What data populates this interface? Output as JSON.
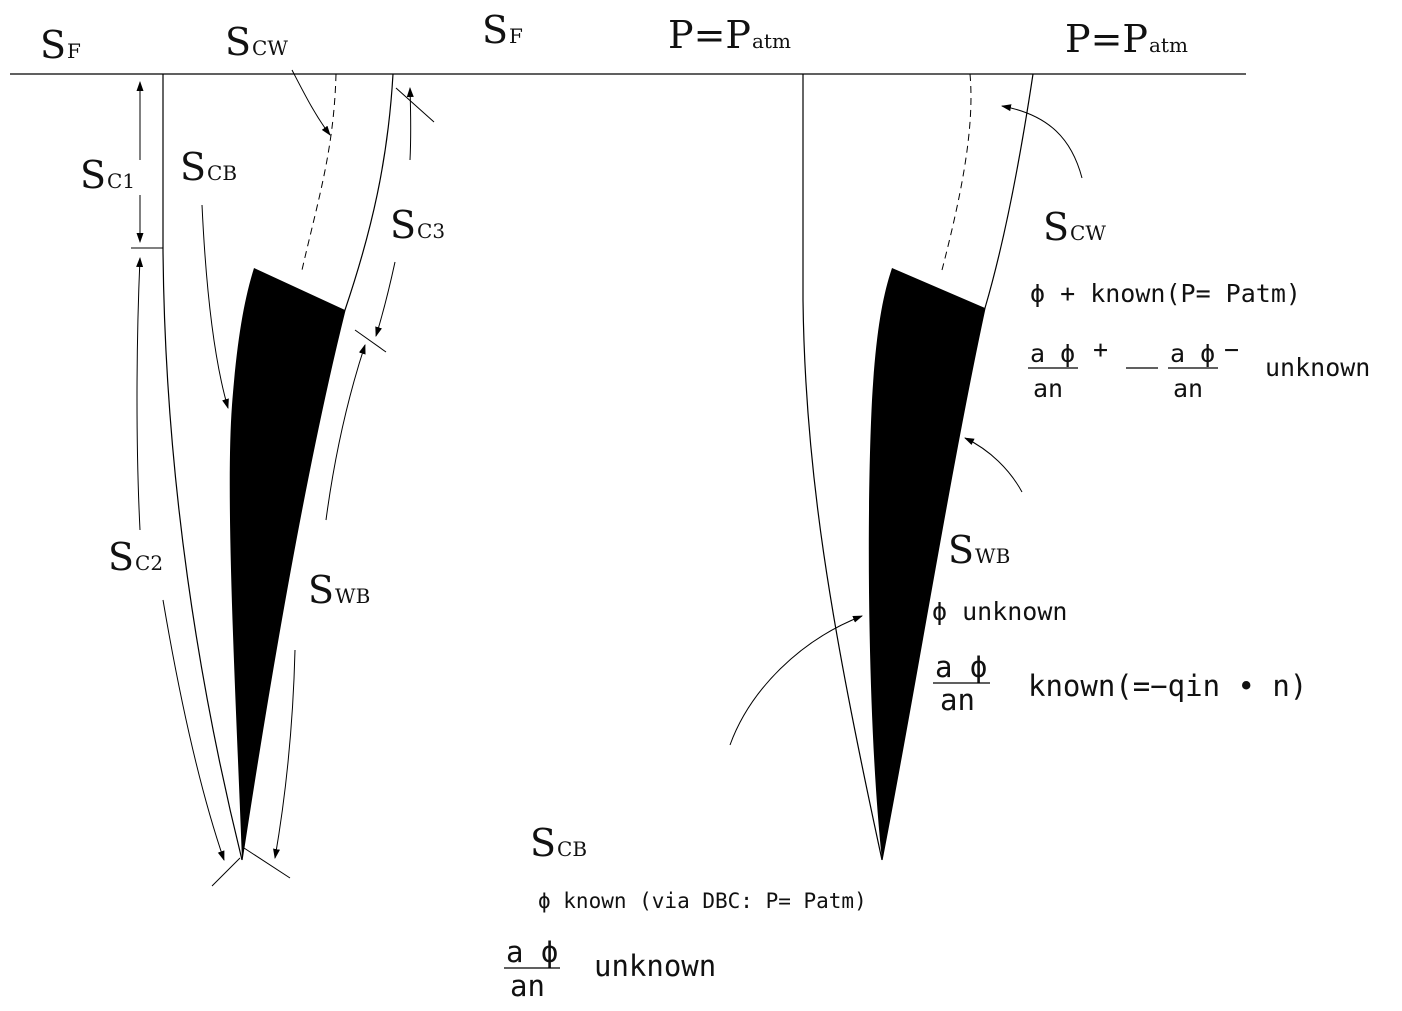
{
  "labels": {
    "sf_left": {
      "main": "S",
      "sub": "F"
    },
    "scw_left": {
      "main": "S",
      "sub": "CW"
    },
    "sf_mid": {
      "main": "S",
      "sub": "F"
    },
    "patm_mid": {
      "main": "P=P",
      "sub": "atm"
    },
    "patm_right": {
      "main": "P=P",
      "sub": "atm"
    },
    "sc1": {
      "main": "S",
      "sub": "C1"
    },
    "scb_left": {
      "main": "S",
      "sub": "CB"
    },
    "sc3": {
      "main": "S",
      "sub": "C3"
    },
    "sc2": {
      "main": "S",
      "sub": "C2"
    },
    "swb_left": {
      "main": "S",
      "sub": "WB"
    },
    "scw_right": {
      "main": "S",
      "sub": "CW"
    },
    "swb_right": {
      "main": "S",
      "sub": "WB"
    },
    "scb_bottom": {
      "main": "S",
      "sub": "CB"
    }
  },
  "annotations": {
    "scw_condition": "ϕ + known(P= Patm)",
    "scw_frac1_num": "a ϕ",
    "scw_frac1_den": "an",
    "scw_plus": "+",
    "scw_frac2_num": "a ϕ",
    "scw_frac2_den": "an",
    "scw_minus": "−",
    "scw_unknown": "unknown",
    "swb_phi_unknown": "ϕ  unknown",
    "swb_frac_num": "a ϕ",
    "swb_frac_den": "an",
    "swb_known": "known(=−qin • n)",
    "scb_phi_known": "ϕ  known (via DBC: P= Patm)",
    "scb_frac_num": "a ϕ",
    "scb_frac_den": "an",
    "scb_unknown": "unknown"
  }
}
